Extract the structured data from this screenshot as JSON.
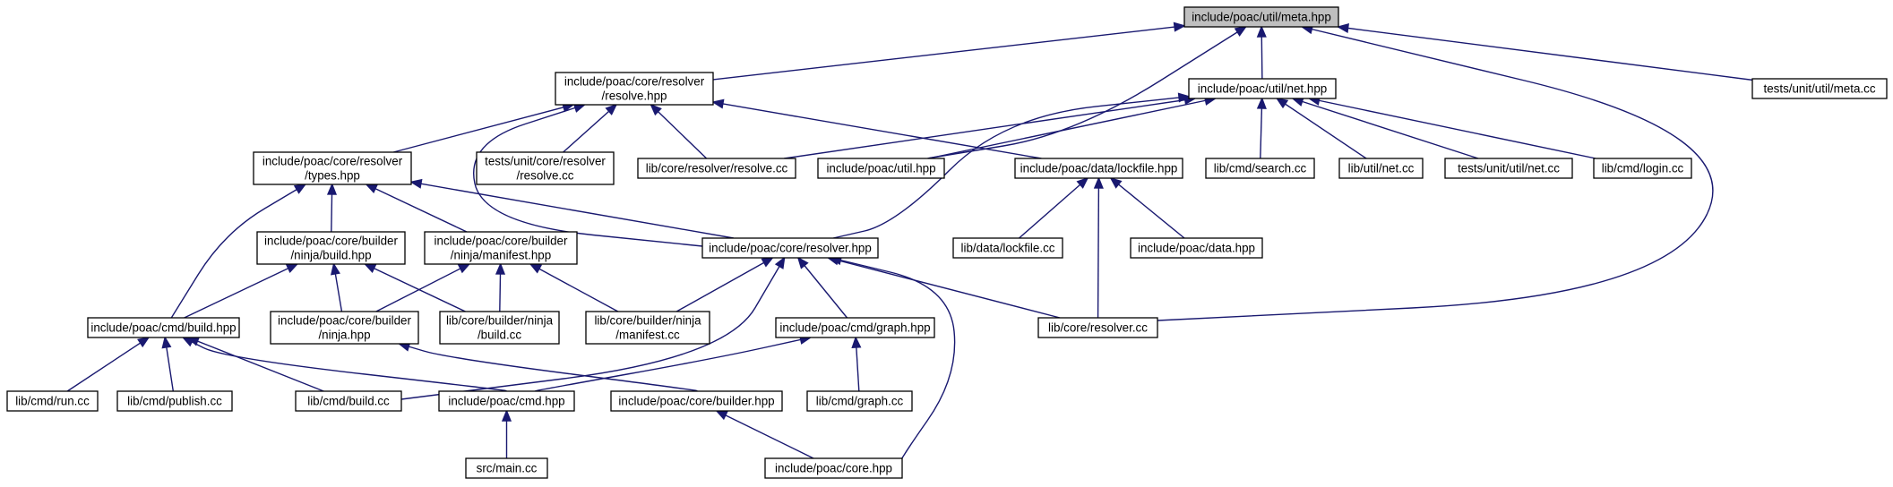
{
  "diagram": {
    "kind": "include-dependency-graph",
    "colors": {
      "edge": "#191970",
      "root_fill": "#bfbfbf",
      "node_fill": "#ffffff",
      "border": "#000000"
    },
    "nodes": [
      {
        "id": "meta",
        "lines": [
          "include/poac/util/meta.hpp"
        ],
        "root": true
      },
      {
        "id": "resolve_hpp",
        "lines": [
          "include/poac/core/resolver",
          "/resolve.hpp"
        ]
      },
      {
        "id": "net_hpp",
        "lines": [
          "include/poac/util/net.hpp"
        ]
      },
      {
        "id": "meta_cc",
        "lines": [
          "tests/unit/util/meta.cc"
        ]
      },
      {
        "id": "types_hpp",
        "lines": [
          "include/poac/core/resolver",
          "/types.hpp"
        ]
      },
      {
        "id": "test_resolve",
        "lines": [
          "tests/unit/core/resolver",
          "/resolve.cc"
        ]
      },
      {
        "id": "resolve_cc",
        "lines": [
          "lib/core/resolver/resolve.cc"
        ]
      },
      {
        "id": "util_hpp",
        "lines": [
          "include/poac/util.hpp"
        ]
      },
      {
        "id": "lockfile_hpp",
        "lines": [
          "include/poac/data/lockfile.hpp"
        ]
      },
      {
        "id": "search_cc",
        "lines": [
          "lib/cmd/search.cc"
        ]
      },
      {
        "id": "net_cc",
        "lines": [
          "lib/util/net.cc"
        ]
      },
      {
        "id": "test_net",
        "lines": [
          "tests/unit/util/net.cc"
        ]
      },
      {
        "id": "login_cc",
        "lines": [
          "lib/cmd/login.cc"
        ]
      },
      {
        "id": "nb_hpp",
        "lines": [
          "include/poac/core/builder",
          "/ninja/build.hpp"
        ]
      },
      {
        "id": "nm_hpp",
        "lines": [
          "include/poac/core/builder",
          "/ninja/manifest.hpp"
        ]
      },
      {
        "id": "resolver_hpp",
        "lines": [
          "include/poac/core/resolver.hpp"
        ]
      },
      {
        "id": "lockfile_cc",
        "lines": [
          "lib/data/lockfile.cc"
        ]
      },
      {
        "id": "data_hpp",
        "lines": [
          "include/poac/data.hpp"
        ]
      },
      {
        "id": "cmdbuild_hpp",
        "lines": [
          "include/poac/cmd/build.hpp"
        ]
      },
      {
        "id": "ninja_hpp",
        "lines": [
          "include/poac/core/builder",
          "/ninja.hpp"
        ]
      },
      {
        "id": "nb_cc",
        "lines": [
          "lib/core/builder/ninja",
          "/build.cc"
        ]
      },
      {
        "id": "nm_cc",
        "lines": [
          "lib/core/builder/ninja",
          "/manifest.cc"
        ]
      },
      {
        "id": "graph_hpp",
        "lines": [
          "include/poac/cmd/graph.hpp"
        ]
      },
      {
        "id": "resolver_cc",
        "lines": [
          "lib/core/resolver.cc"
        ]
      },
      {
        "id": "run_cc",
        "lines": [
          "lib/cmd/run.cc"
        ]
      },
      {
        "id": "publish_cc",
        "lines": [
          "lib/cmd/publish.cc"
        ]
      },
      {
        "id": "build_cc",
        "lines": [
          "lib/cmd/build.cc"
        ]
      },
      {
        "id": "cmd_hpp",
        "lines": [
          "include/poac/cmd.hpp"
        ]
      },
      {
        "id": "builder_hpp",
        "lines": [
          "include/poac/core/builder.hpp"
        ]
      },
      {
        "id": "graph_cc",
        "lines": [
          "lib/cmd/graph.cc"
        ]
      },
      {
        "id": "main_cc",
        "lines": [
          "src/main.cc"
        ]
      },
      {
        "id": "core_hpp",
        "lines": [
          "include/poac/core.hpp"
        ]
      }
    ],
    "edges": [
      [
        "meta",
        "resolve_hpp"
      ],
      [
        "meta",
        "net_hpp"
      ],
      [
        "meta",
        "meta_cc"
      ],
      [
        "meta",
        "util_hpp"
      ],
      [
        "meta",
        "resolver_cc"
      ],
      [
        "resolve_hpp",
        "types_hpp"
      ],
      [
        "resolve_hpp",
        "test_resolve"
      ],
      [
        "resolve_hpp",
        "resolve_cc"
      ],
      [
        "resolve_hpp",
        "lockfile_hpp"
      ],
      [
        "resolve_hpp",
        "resolver_hpp"
      ],
      [
        "net_hpp",
        "resolve_cc"
      ],
      [
        "net_hpp",
        "util_hpp"
      ],
      [
        "net_hpp",
        "search_cc"
      ],
      [
        "net_hpp",
        "net_cc"
      ],
      [
        "net_hpp",
        "test_net"
      ],
      [
        "net_hpp",
        "login_cc"
      ],
      [
        "net_hpp",
        "resolver_hpp"
      ],
      [
        "types_hpp",
        "nb_hpp"
      ],
      [
        "types_hpp",
        "nm_hpp"
      ],
      [
        "types_hpp",
        "resolver_hpp"
      ],
      [
        "types_hpp",
        "cmdbuild_hpp"
      ],
      [
        "lockfile_hpp",
        "lockfile_cc"
      ],
      [
        "lockfile_hpp",
        "data_hpp"
      ],
      [
        "lockfile_hpp",
        "resolver_cc"
      ],
      [
        "nb_hpp",
        "cmdbuild_hpp"
      ],
      [
        "nb_hpp",
        "ninja_hpp"
      ],
      [
        "nb_hpp",
        "nb_cc"
      ],
      [
        "nm_hpp",
        "ninja_hpp"
      ],
      [
        "nm_hpp",
        "nb_cc"
      ],
      [
        "nm_hpp",
        "nm_cc"
      ],
      [
        "resolver_hpp",
        "nm_cc"
      ],
      [
        "resolver_hpp",
        "graph_hpp"
      ],
      [
        "resolver_hpp",
        "resolver_cc"
      ],
      [
        "resolver_hpp",
        "build_cc"
      ],
      [
        "resolver_hpp",
        "core_hpp"
      ],
      [
        "cmdbuild_hpp",
        "run_cc"
      ],
      [
        "cmdbuild_hpp",
        "publish_cc"
      ],
      [
        "cmdbuild_hpp",
        "build_cc"
      ],
      [
        "cmdbuild_hpp",
        "cmd_hpp"
      ],
      [
        "ninja_hpp",
        "builder_hpp"
      ],
      [
        "graph_hpp",
        "cmd_hpp"
      ],
      [
        "graph_hpp",
        "graph_cc"
      ],
      [
        "cmd_hpp",
        "main_cc"
      ],
      [
        "builder_hpp",
        "core_hpp"
      ]
    ]
  }
}
